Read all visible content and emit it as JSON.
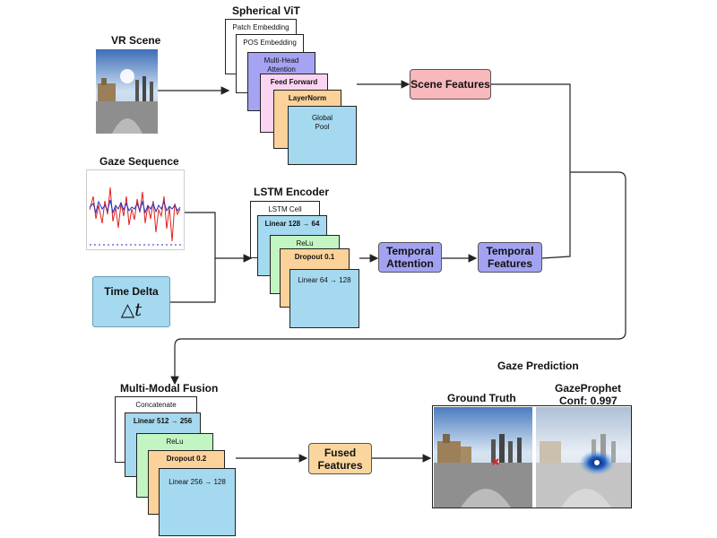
{
  "vr_scene": {
    "title": "VR Scene"
  },
  "spherical_vit": {
    "title": "Spherical ViT",
    "layers": [
      "Patch Embedding",
      "POS Embedding",
      "Multi-Head\nAttention",
      "Feed Forward",
      "LayerNorm",
      "Global\nPool"
    ]
  },
  "scene_features": {
    "label": "Scene Features"
  },
  "gaze_sequence": {
    "title": "Gaze Sequence"
  },
  "time_delta": {
    "title": "Time Delta",
    "symbol": "△t"
  },
  "lstm_encoder": {
    "title": "LSTM Encoder",
    "layers": [
      "LSTM Cell",
      "Linear 128 → 64",
      "ReLu",
      "Dropout  0.1",
      "Linear 64 → 128"
    ]
  },
  "temporal_attention": {
    "label": "Temporal\nAttention"
  },
  "temporal_features": {
    "label": "Temporal\nFeatures"
  },
  "fusion": {
    "title": "Multi-Modal  Fusion",
    "layers": [
      "Concatenate",
      "Linear 512 → 256",
      "ReLu",
      "Dropout  0.2",
      "Linear 256 → 128"
    ]
  },
  "fused_features": {
    "label": "Fused\nFeatures"
  },
  "prediction": {
    "title": "Gaze Prediction",
    "ground_truth": "Ground Truth",
    "model": "GazeProphet",
    "confidence": "Conf: 0.997"
  },
  "colors": {
    "purple": "#a3a2f2",
    "pink": "#f8b8bc",
    "orange": "#fad69e",
    "blue": "#a5d9ef",
    "green": "#c2f5c2",
    "gaze_red": "#e02020",
    "gaze_blue": "#2030c0"
  }
}
